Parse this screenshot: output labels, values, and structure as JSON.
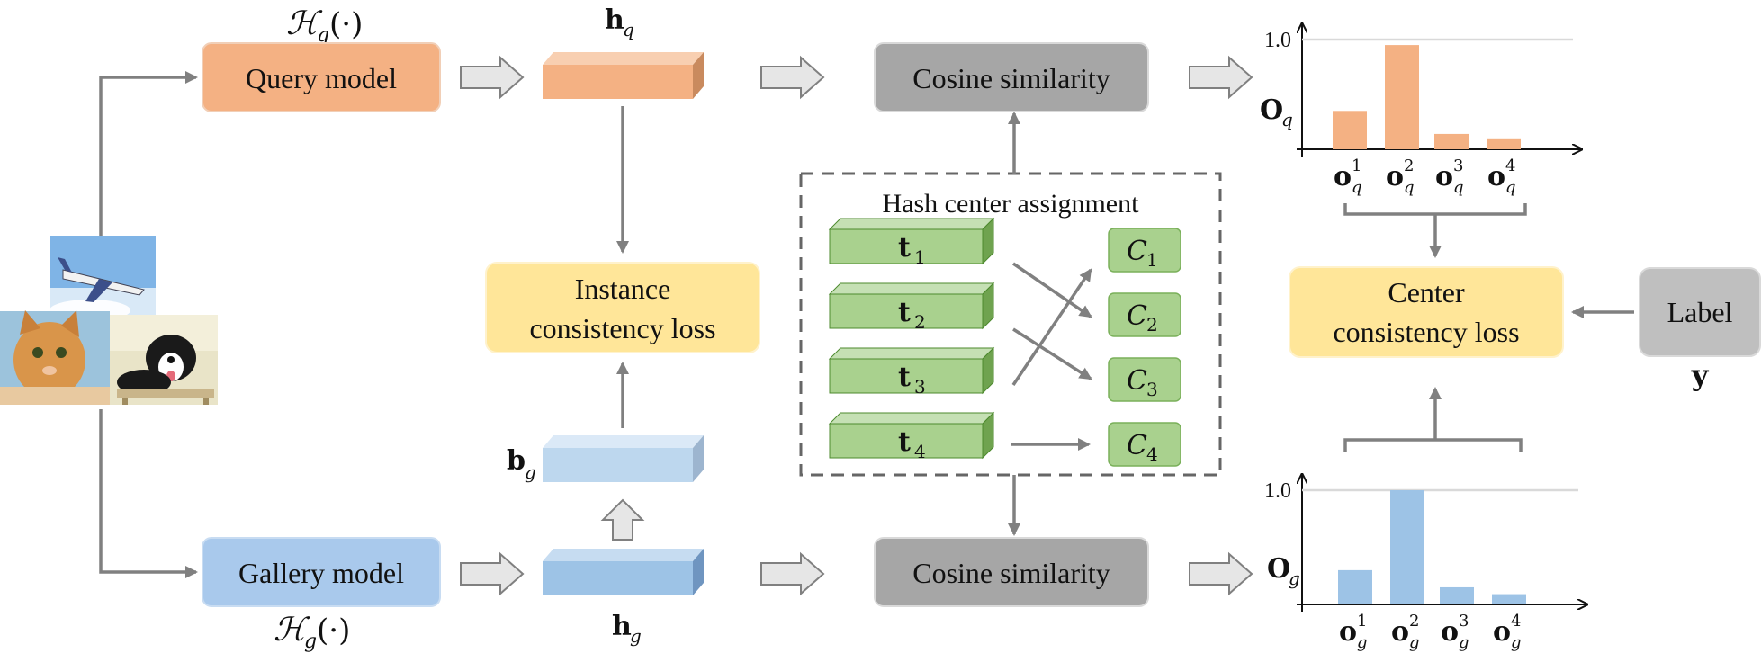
{
  "colors": {
    "query_box": "#f4b183",
    "query_box_stroke": "#f1cfb7",
    "gallery_box": "#a9c9ec",
    "gallery_box_stroke": "#c8dcf2",
    "cosine_box": "#a6a6a6",
    "loss_box": "#ffe699",
    "label_box": "#bfbfbf",
    "hash_front": "#a9d18e",
    "hash_stroke": "#4d8a2e",
    "query_bar": "#f4b183",
    "gallery_bar": "#9dc3e6",
    "arrow_gray": "#808080",
    "hollow_arrow_fill": "#e6e6e6"
  },
  "query_branch": {
    "model_label": "Query model",
    "model_fn_main": "ℋ",
    "model_fn_sub": "q",
    "model_fn_args": "(·)",
    "feature_main": "h",
    "feature_sub": "q"
  },
  "gallery_branch": {
    "model_label": "Gallery model",
    "model_fn_main": "ℋ",
    "model_fn_sub": "g",
    "model_fn_args": "(·)",
    "feature_main": "h",
    "feature_sub": "g",
    "binary_main": "b",
    "binary_sub": "g"
  },
  "cosine_similarity_label": "Cosine similarity",
  "instance_loss": {
    "line1": "Instance",
    "line2": "consistency loss"
  },
  "center_loss": {
    "line1": "Center",
    "line2": "consistency loss"
  },
  "label_box": {
    "text": "Label",
    "symbol": "y"
  },
  "hash_assignment": {
    "title": "Hash center assignment",
    "targets": [
      {
        "main": "t",
        "sub": "1"
      },
      {
        "main": "t",
        "sub": "2"
      },
      {
        "main": "t",
        "sub": "3"
      },
      {
        "main": "t",
        "sub": "4"
      }
    ],
    "centers": [
      {
        "main": "C",
        "sub": "1"
      },
      {
        "main": "C",
        "sub": "2"
      },
      {
        "main": "C",
        "sub": "3"
      },
      {
        "main": "C",
        "sub": "4"
      }
    ],
    "assignments": [
      [
        1,
        2
      ],
      [
        2,
        3
      ],
      [
        3,
        1
      ],
      [
        4,
        4
      ]
    ]
  },
  "chart_data": [
    {
      "type": "bar",
      "series_symbol": {
        "main": "O",
        "sub": "q"
      },
      "categories": [
        {
          "main": "o",
          "sub": "q",
          "sup": "1"
        },
        {
          "main": "o",
          "sub": "q",
          "sup": "2"
        },
        {
          "main": "o",
          "sub": "q",
          "sup": "3"
        },
        {
          "main": "o",
          "sub": "q",
          "sup": "4"
        }
      ],
      "values": [
        0.35,
        0.95,
        0.14,
        0.1
      ],
      "ytick_label": "1.0",
      "ylim": [
        0,
        1.0
      ]
    },
    {
      "type": "bar",
      "series_symbol": {
        "main": "O",
        "sub": "g"
      },
      "categories": [
        {
          "main": "o",
          "sub": "g",
          "sup": "1"
        },
        {
          "main": "o",
          "sub": "g",
          "sup": "2"
        },
        {
          "main": "o",
          "sub": "g",
          "sup": "3"
        },
        {
          "main": "o",
          "sub": "g",
          "sup": "4"
        }
      ],
      "values": [
        0.3,
        1.0,
        0.15,
        0.09
      ],
      "ytick_label": "1.0",
      "ylim": [
        0,
        1.0
      ]
    }
  ]
}
